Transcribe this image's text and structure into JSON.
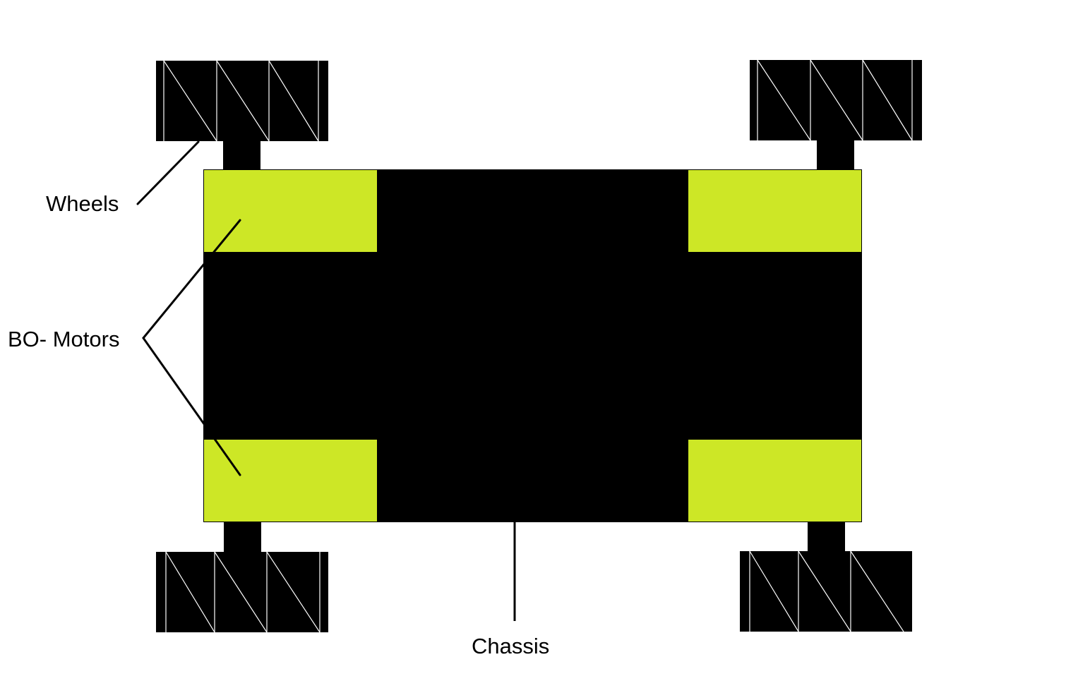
{
  "diagram": {
    "labels": {
      "wheels": "Wheels",
      "motors": "BO- Motors",
      "chassis": "Chassis"
    },
    "colors": {
      "chassis": "#000000",
      "motor": "#cde726",
      "wheel": "#000000",
      "tread_lines": "#ffffff",
      "leader_lines": "#000000",
      "background": "#ffffff"
    }
  }
}
